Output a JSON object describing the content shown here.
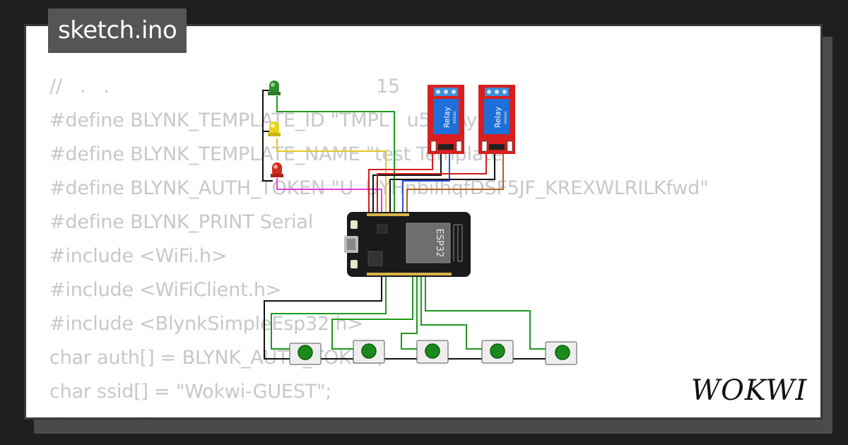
{
  "project": {
    "file_title": "sketch.ino",
    "logo_text": "WOKWI"
  },
  "code_lines": [
    "//   .   .                                             15",
    "#define BLYNK_TEMPLATE_ID \"TMPL   u5    Aya\"",
    "#define BLYNK_TEMPLATE_NAME \"test Template\"",
    "#define BLYNK_AUTH_TOKEN \"U  UYHnbiIhqfDSF5JF_KREXWLRILKfwd\"",
    "#define BLYNK_PRINT Serial",
    "#include <WiFi.h>",
    "#include <WiFiClient.h>",
    "#include <BlynkSimpleEsp32.h>",
    "char auth[] = BLYNK_AUTH_TOKEN;",
    "char ssid[] = \"Wokwi-GUEST\";",
    "char pass[] = \"\";"
  ],
  "components": {
    "esp32_label": "ESP32",
    "relays": [
      {
        "label": "Relay",
        "sub": "MODULE"
      },
      {
        "label": "Relay",
        "sub": "MODULE"
      }
    ],
    "leds": [
      {
        "color_name": "green",
        "color": "#2e8b2e"
      },
      {
        "color_name": "yellow",
        "color": "#e6d21a"
      },
      {
        "color_name": "red",
        "color": "#d42a1e"
      }
    ],
    "button_count": 5,
    "button_color": "#1a8a1a"
  },
  "colors": {
    "background": "#1e1e1e",
    "card": "#ffffff",
    "tab": "#555555",
    "code_text": "#c8c8c8",
    "relay_board": "#d81e1e",
    "relay_block": "#1e6fd8",
    "terminal": "#3a8fd8",
    "esp_board": "#1a1a1a",
    "esp_chip": "#6e6e6e"
  }
}
